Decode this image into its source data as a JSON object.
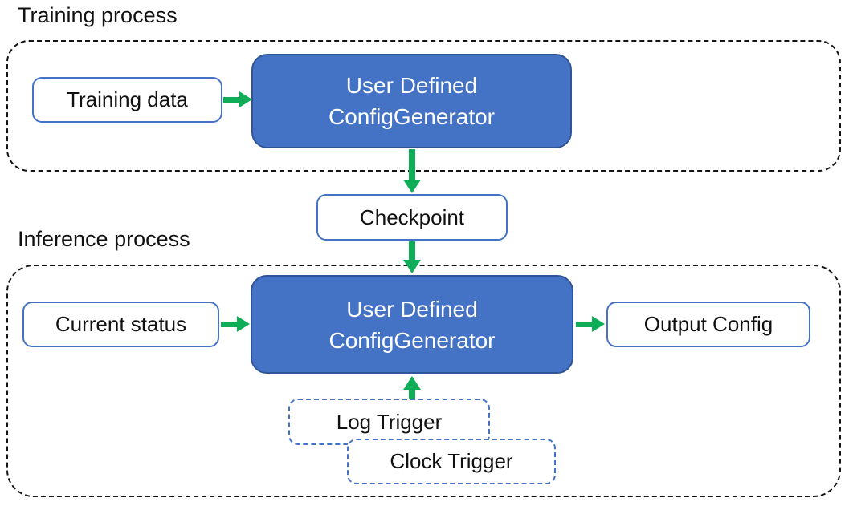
{
  "labels": {
    "training_section": "Training process",
    "inference_section": "Inference process",
    "training_data": "Training data",
    "generator_line1": "User Defined",
    "generator_line2": "ConfigGenerator",
    "checkpoint": "Checkpoint",
    "current_status": "Current status",
    "output_config": "Output Config",
    "log_trigger": "Log Trigger",
    "clock_trigger": "Clock Trigger"
  },
  "colors": {
    "gen_blue": "#4472C4",
    "gen_border": "#2F5597",
    "node_border_blue": "#4472C4",
    "arrow_green": "#0FAD58",
    "region_dash": "#141414",
    "text_dark": "#111111",
    "text_white": "#FFFFFF"
  }
}
